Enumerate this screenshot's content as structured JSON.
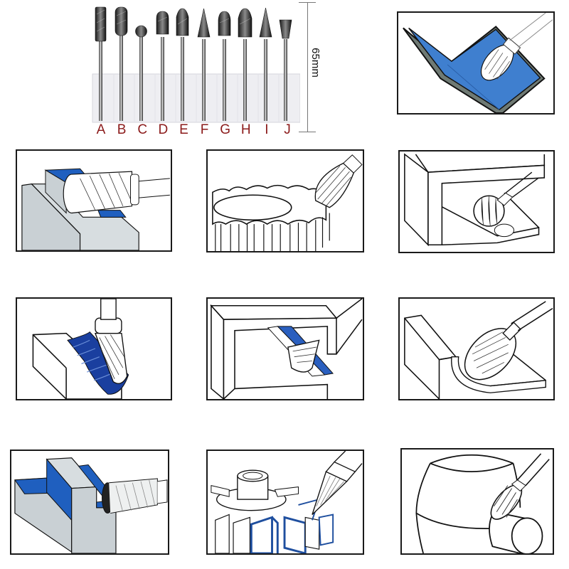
{
  "product_photo": {
    "description": "Set of 10 carbide rotary burr bits in clear plastic holder",
    "burr_labels": [
      "A",
      "B",
      "C",
      "D",
      "E",
      "F",
      "G",
      "H",
      "I",
      "J"
    ],
    "dimension_label": "65mm",
    "label_color": "#8b1a1a"
  },
  "usage_illustrations": [
    {
      "id": "angle-corner-surface",
      "row": 1,
      "col": 3,
      "accent": "#3f7fcf"
    },
    {
      "id": "step-slot-cylinder",
      "row": 2,
      "col": 1,
      "accent": "#1f5fbf"
    },
    {
      "id": "gear-teeth-tree",
      "row": 2,
      "col": 2,
      "accent": "#000000"
    },
    {
      "id": "inside-frame-ball",
      "row": 2,
      "col": 3,
      "accent": "#000000"
    },
    {
      "id": "groove-cone",
      "row": 3,
      "col": 1,
      "accent": "#1a3f9f"
    },
    {
      "id": "frame-channel-inverted-cone",
      "row": 3,
      "col": 2,
      "accent": "#2a5fbf"
    },
    {
      "id": "fillet-oval",
      "row": 3,
      "col": 3,
      "accent": "#000000"
    },
    {
      "id": "step-end-cut-cylinder",
      "row": 4,
      "col": 1,
      "accent": "#1f5fbf"
    },
    {
      "id": "fins-cone",
      "row": 4,
      "col": 2,
      "accent": "#1f4f9f"
    },
    {
      "id": "cone-weld-flame",
      "row": 4,
      "col": 3,
      "accent": "#000000"
    }
  ],
  "colors": {
    "blue": "#2f6fcf",
    "dark_blue": "#1a4f9f",
    "gray_block": "#c9d0d4",
    "outline": "#1a1a1a"
  }
}
